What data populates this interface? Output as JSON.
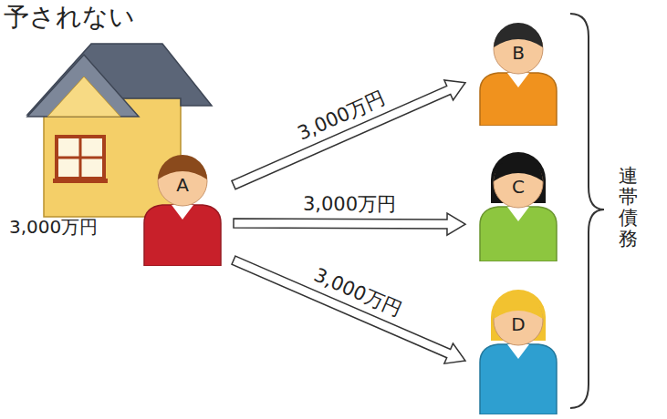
{
  "diagram": {
    "nodes": [
      {
        "text": [
          "A"
        ]
      },
      {
        "text": [
          "B"
        ]
      },
      {
        "text": [
          "C"
        ]
      },
      {
        "text": [
          "D"
        ]
      }
    ],
    "edges": [
      {
        "from": 0,
        "to": 1,
        "arrow": "to",
        "label": "3,000万円"
      },
      {
        "from": 0,
        "to": 2,
        "arrow": "to",
        "label": "3,000万円"
      },
      {
        "from": 0,
        "to": 3,
        "arrow": "to",
        "label": "3,000万円"
      }
    ],
    "labels": [
      "予されない",
      "3,000万円",
      "連帯債務"
    ]
  }
}
